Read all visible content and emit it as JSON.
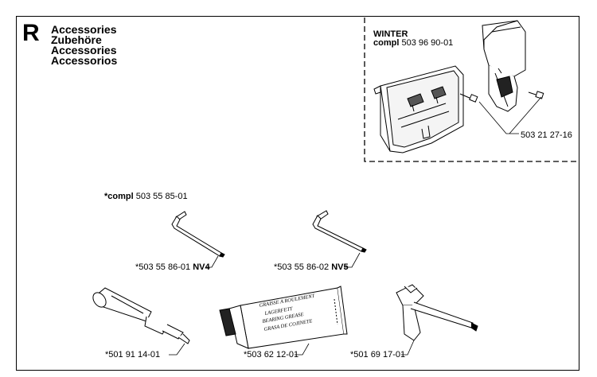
{
  "section": {
    "letter": "R",
    "titles": [
      "Accessories",
      "Zubehöre",
      "Accessories",
      "Accessorios"
    ]
  },
  "winter_kit": {
    "name": "WINTER",
    "compl_label": "compl",
    "compl_number": "503 96 90-01",
    "screw_number": "503 21 27-16"
  },
  "wrench_set": {
    "compl_label": "*compl",
    "compl_number": "503 55 85-01"
  },
  "parts": [
    {
      "number": "*503 55 86-01",
      "code": "NV4"
    },
    {
      "number": "*503 55 86-02",
      "code": "NV5"
    },
    {
      "number": "*501 91 14-01",
      "code": ""
    },
    {
      "number": "*503 62 12-01",
      "code": ""
    },
    {
      "number": "*501 69 17-01",
      "code": ""
    }
  ],
  "tube_label_lines": [
    "GRAISSE A ROULEMENT",
    "LAGERFETT",
    "BEARING GREASE",
    "GRASA DE COJINETE"
  ]
}
